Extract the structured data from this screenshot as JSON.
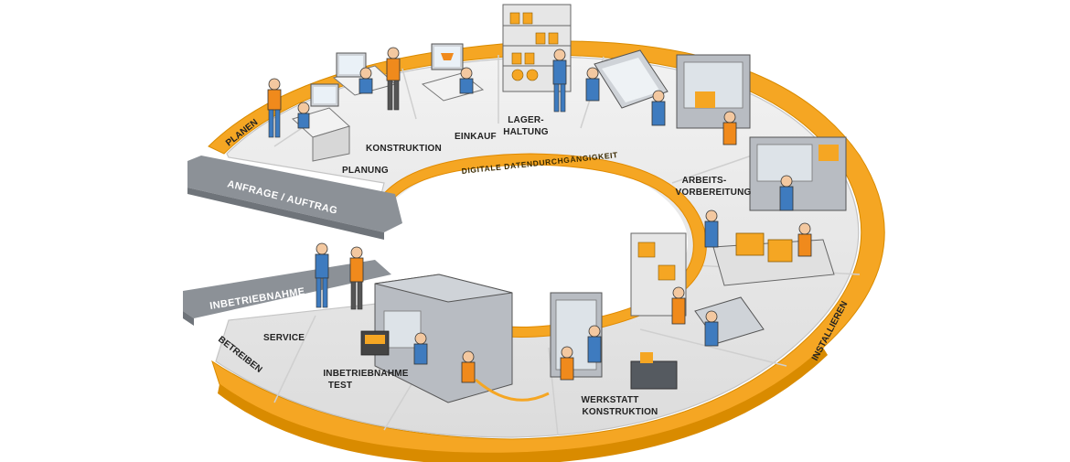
{
  "ring_label": "DIGITALE DATENDURCHGÄNGIGKEIT",
  "outer_band": {
    "planen": "PLANEN",
    "installieren": "INSTALLIEREN",
    "betreiben": "BETREIBEN"
  },
  "slabs": {
    "anfrage": "ANFRAGE / AUFTRAG",
    "inbetriebnahme": "INBETRIEBNAHME"
  },
  "stations": {
    "planung": "PLANUNG",
    "konstruktion": "KONSTRUKTION",
    "einkauf": "EINKAUF",
    "lager_1": "LAGER-",
    "lager_2": "HALTUNG",
    "arbeits_1": "ARBEITS-",
    "arbeits_2": "VORBEREITUNG",
    "werkstatt_1": "WERKSTATT",
    "werkstatt_2": "KONSTRUKTION",
    "ib_test_1": "INBETRIEBNAHME",
    "ib_test_2": "TEST",
    "service": "SERVICE"
  },
  "colors": {
    "orange": "#f5a623",
    "orange_dark": "#e08a00",
    "platform": "#e9e9e9",
    "platform_edge": "#c9c9c9",
    "slab": "#8c9197",
    "slab_dark": "#6f747a",
    "worker_orange": "#f08a1c",
    "worker_blue": "#3e7bbf",
    "machine": "#b8bcc2",
    "machine_dark": "#8a8f96"
  }
}
